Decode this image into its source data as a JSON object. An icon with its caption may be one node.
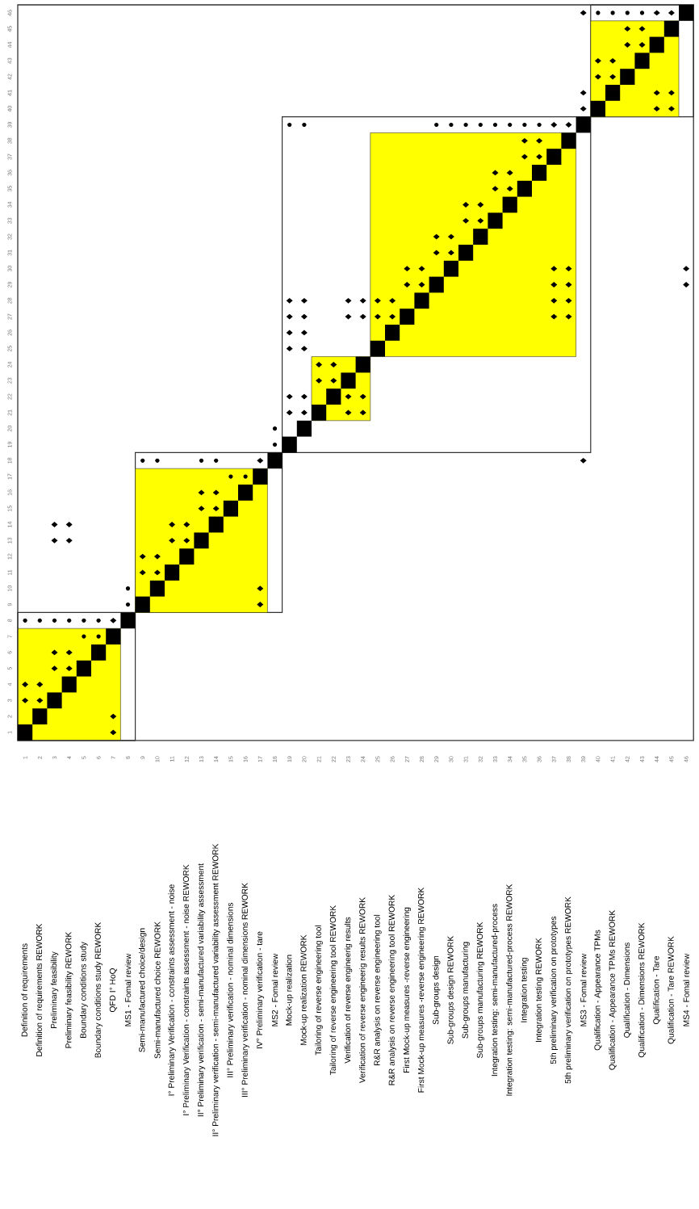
{
  "diagram": {
    "labels": [
      "Definition of requirements",
      "Definition of requirements REWORK",
      "Preliminary feasibility",
      "Preliminary feasibility REWORK",
      "Boundary conditions study",
      "Boundary conditions study REWORK",
      "QFD I° HoQ",
      "MS1 - Fomal review",
      "Semi-manufactured choice/design",
      "Semi-manufactured choice REWORK",
      "I° Preliminary Verification - constraints assessment - noise",
      "I° Preliminary Verification - constraints assessment - noise REWORK",
      "II° Preliminary verification - semi-manufactured variability assessment",
      "II° Preliminary verification - semi-manufactured variability assessment REWORK",
      "III° Preliminary verification - nominal dimensions",
      "III° Preliminary verification - nominal dimensions REWORK",
      "IV° Preliminary verification - tare",
      "MS2 - Fomal review",
      "Mock-up realization",
      "Mock-up realization REWORK",
      "Tailoring of reverse engineering tool",
      "Tailoring of reverse engineering tool REWORK",
      "Verification of reverse engineerig results",
      "Verification of reverse engineerig results REWORK",
      "R&R analysis on reverse engineering tool",
      "R&R analysis on reverse engineering tool REWORK",
      "First Mock-up measures -reverse engineering",
      "First Mock-up measures -reverse engineering REWORK",
      "Sub-groups design",
      "Sub-groups design REWORK",
      "Sub-groups manufacturing",
      "Sub-groups manufacturing REWORK",
      "Integration testing: semi-manufactured-process",
      "Integration testing: semi-manufactured-process REWORK",
      "Integration testing",
      "Integration testing REWORK",
      "5th preliminary verification on prototypes",
      "5th preliminary verification on prototypes REWORK",
      "MS3 - Fomal review",
      "Qualification - Appearance TPMs",
      "Qualification - Appearance TPMs REWORK",
      "Qualification - Dimensions",
      "Qualification - Dimensions REWORK",
      "Qualification - Tare",
      "Qualification - Tare REWORK",
      "MS4 - Fomal review",
      "1",
      "2",
      "3",
      "4",
      "5",
      "6",
      "7",
      "8",
      "9",
      "10",
      "11",
      "12",
      "13",
      "14",
      "15",
      "16",
      "17",
      "18",
      "19",
      "20",
      "21",
      "22",
      "23",
      "24",
      "25",
      "26",
      "27",
      "28",
      "29",
      "30",
      "31",
      "32",
      "33",
      "34",
      "35",
      "36",
      "37",
      "38",
      "39",
      "40",
      "41",
      "42",
      "43",
      "44",
      "45",
      "46",
      "46",
      "45",
      "44",
      "43",
      "42",
      "41",
      "40",
      "39",
      "38",
      "37",
      "36",
      "35",
      "34",
      "33",
      "32",
      "31",
      "30",
      "29",
      "28",
      "27",
      "26",
      "25",
      "24",
      "23",
      "22",
      "21",
      "20",
      "19",
      "18",
      "17",
      "16",
      "15",
      "14",
      "13",
      "12",
      "11",
      "10",
      "9",
      "8",
      "7",
      "6",
      "5",
      "4",
      "3",
      "2",
      "1"
    ]
  }
}
